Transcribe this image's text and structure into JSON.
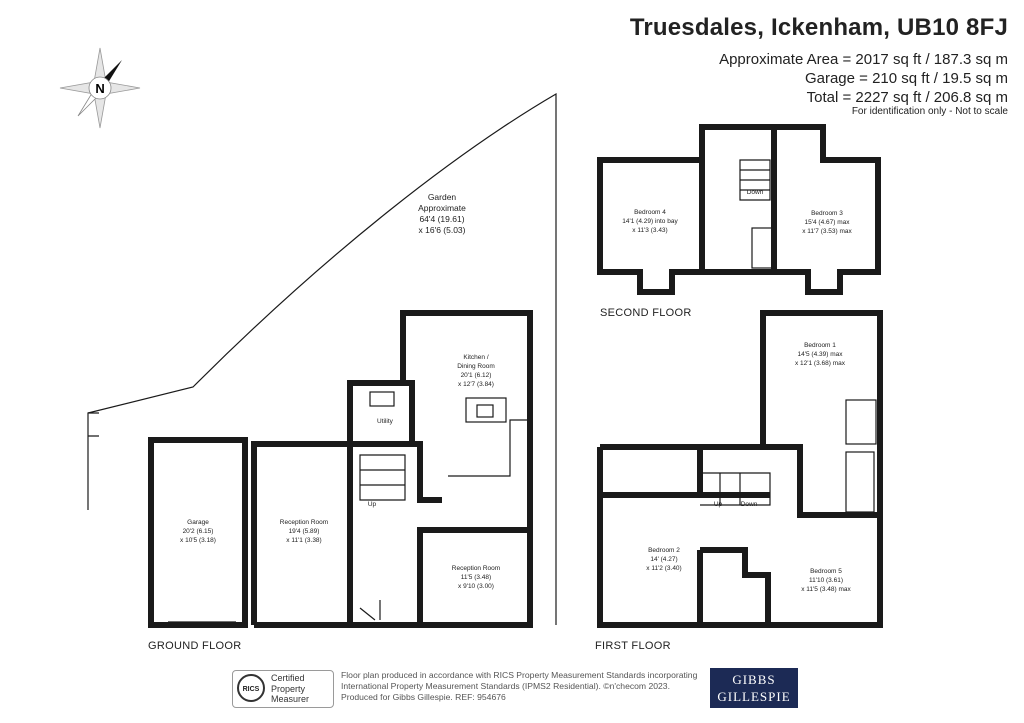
{
  "header": {
    "title": "Truesdales, Ickenham, UB10 8FJ",
    "approx_area": "Approximate Area = 2017 sq ft / 187.3 sq m",
    "garage": "Garage = 210 sq ft / 19.5 sq m",
    "total": "Total = 2227 sq ft / 206.8 sq m",
    "note": "For identification only - Not to scale"
  },
  "compass": {
    "label": "N"
  },
  "floors": {
    "ground": "GROUND FLOOR",
    "first": "FIRST FLOOR",
    "second": "SECOND FLOOR"
  },
  "rooms": {
    "garden": {
      "name": "Garden",
      "line2": "Approximate",
      "line3": "64'4 (19.61)",
      "line4": "x 16'6 (5.03)"
    },
    "garage": {
      "name": "Garage",
      "line2": "20'2 (6.15)",
      "line3": "x 10'5 (3.18)"
    },
    "reception1": {
      "name": "Reception Room",
      "line2": "19'4 (5.89)",
      "line3": "x 11'1 (3.38)"
    },
    "reception2": {
      "name": "Reception Room",
      "line2": "11'5 (3.48)",
      "line3": "x 9'10 (3.00)"
    },
    "kitchen": {
      "name": "Kitchen /",
      "line2": "Dining Room",
      "line3": "20'1 (6.12)",
      "line4": "x 12'7 (3.84)"
    },
    "utility": {
      "name": "Utility"
    },
    "up_ground": {
      "name": "Up"
    },
    "bedroom1": {
      "name": "Bedroom 1",
      "line2": "14'5 (4.39) max",
      "line3": "x 12'1 (3.68) max"
    },
    "bedroom2": {
      "name": "Bedroom 2",
      "line2": "14' (4.27)",
      "line3": "x 11'2 (3.40)"
    },
    "bedroom5": {
      "name": "Bedroom 5",
      "line2": "11'10 (3.61)",
      "line3": "x 11'5 (3.48) max"
    },
    "up_first": {
      "name": "Up"
    },
    "down_first": {
      "name": "Down"
    },
    "bedroom4": {
      "name": "Bedroom 4",
      "line2": "14'1 (4.29) into bay",
      "line3": "x 11'3 (3.43)"
    },
    "bedroom3": {
      "name": "Bedroom 3",
      "line2": "15'4 (4.67) max",
      "line3": "x 11'7 (3.53) max"
    },
    "down_second": {
      "name": "Down"
    }
  },
  "footer": {
    "line1": "Floor plan produced in accordance with RICS Property Measurement Standards incorporating",
    "line2": "International Property Measurement Standards (IPMS2 Residential). ©n'checom 2023.",
    "line3": "Produced for Gibbs Gillespie.   REF: 954676",
    "rics_mark": "RICS",
    "rics_l1": "Certified",
    "rics_l2": "Property",
    "rics_l3": "Measurer",
    "agent_l1": "GIBBS",
    "agent_l2": "GILLESPIE"
  }
}
